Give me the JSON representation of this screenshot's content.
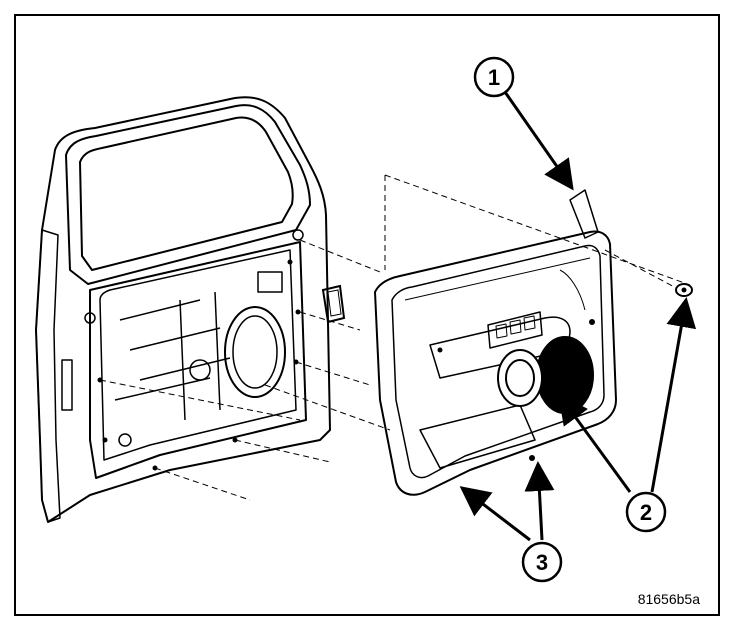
{
  "diagram": {
    "figure_code": "81656b5a",
    "callouts": [
      {
        "id": "callout-1",
        "label": "1"
      },
      {
        "id": "callout-2",
        "label": "2"
      },
      {
        "id": "callout-3",
        "label": "3"
      }
    ]
  }
}
